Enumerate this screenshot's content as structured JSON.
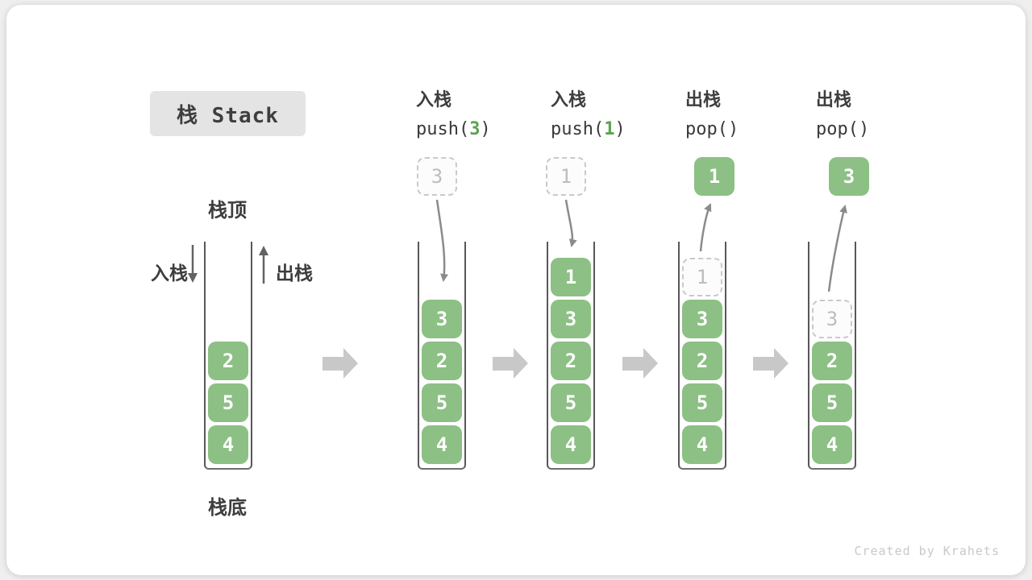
{
  "title": "栈 Stack",
  "watermark": "Created by Krahets",
  "labels": {
    "stack_top": "栈顶",
    "stack_bottom": "栈底",
    "push_in": "入栈",
    "pop_out": "出栈"
  },
  "operations": [
    {
      "name": "入栈",
      "code_pre": "push(",
      "arg": "3",
      "code_post": ")"
    },
    {
      "name": "入栈",
      "code_pre": "push(",
      "arg": "1",
      "code_post": ")"
    },
    {
      "name": "出栈",
      "code_pre": "pop()",
      "arg": "",
      "code_post": ""
    },
    {
      "name": "出栈",
      "code_pre": "pop()",
      "arg": "",
      "code_post": ""
    }
  ],
  "floating_boxes": [
    {
      "value": "3",
      "style": "dashed"
    },
    {
      "value": "1",
      "style": "dashed"
    },
    {
      "value": "1",
      "style": "solid"
    },
    {
      "value": "3",
      "style": "solid"
    }
  ],
  "stacks": [
    {
      "ghost": "",
      "blocks": [
        "2",
        "5",
        "4"
      ]
    },
    {
      "ghost": "",
      "blocks": [
        "3",
        "2",
        "5",
        "4"
      ]
    },
    {
      "ghost": "",
      "blocks": [
        "1",
        "3",
        "2",
        "5",
        "4"
      ]
    },
    {
      "ghost": "1",
      "blocks": [
        "3",
        "2",
        "5",
        "4"
      ]
    },
    {
      "ghost": "3",
      "blocks": [
        "2",
        "5",
        "4"
      ]
    }
  ],
  "colors": {
    "block_green": "#8CC084",
    "code_arg_green": "#5BA14F",
    "curve_arrow_gray": "#8B8B8B",
    "step_arrow_gray": "#C8C8C8",
    "wall_gray": "#585858"
  }
}
